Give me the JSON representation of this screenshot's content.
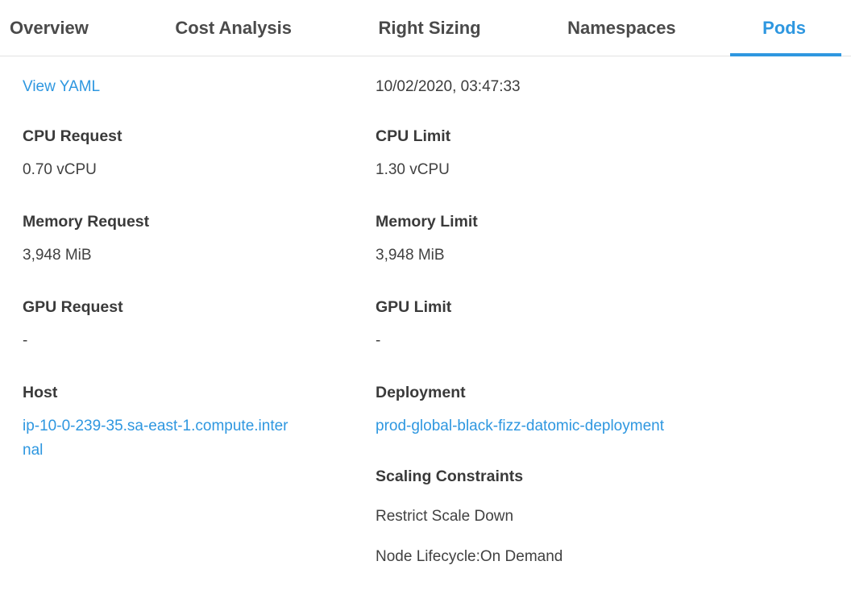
{
  "colors": {
    "accent": "#2e97e0",
    "tab_inactive": "#4a4a4a",
    "label_text": "#3a3a3a",
    "value_text": "#414141"
  },
  "tabs": [
    {
      "label": "Overview",
      "active": false
    },
    {
      "label": "Cost Analysis",
      "active": false
    },
    {
      "label": "Right Sizing",
      "active": false
    },
    {
      "label": "Namespaces",
      "active": false
    },
    {
      "label": "Pods",
      "active": true
    }
  ],
  "panel": {
    "left": {
      "view_yaml_label": "View YAML",
      "cpu_request": {
        "label": "CPU Request",
        "value": "0.70 vCPU"
      },
      "memory_request": {
        "label": "Memory Request",
        "value": "3,948 MiB"
      },
      "gpu_request": {
        "label": "GPU Request",
        "value": "-"
      },
      "host": {
        "label": "Host",
        "value": "ip-10-0-239-35.sa-east-1.compute.internal"
      }
    },
    "right": {
      "timestamp": "10/02/2020, 03:47:33",
      "cpu_limit": {
        "label": "CPU Limit",
        "value": "1.30 vCPU"
      },
      "memory_limit": {
        "label": "Memory Limit",
        "value": "3,948 MiB"
      },
      "gpu_limit": {
        "label": "GPU Limit",
        "value": "-"
      },
      "deployment": {
        "label": "Deployment",
        "value": "prod-global-black-fizz-datomic-deployment"
      },
      "scaling_constraints": {
        "label": "Scaling Constraints",
        "items": [
          "Restrict Scale Down",
          "Node Lifecycle:On Demand"
        ]
      }
    }
  }
}
